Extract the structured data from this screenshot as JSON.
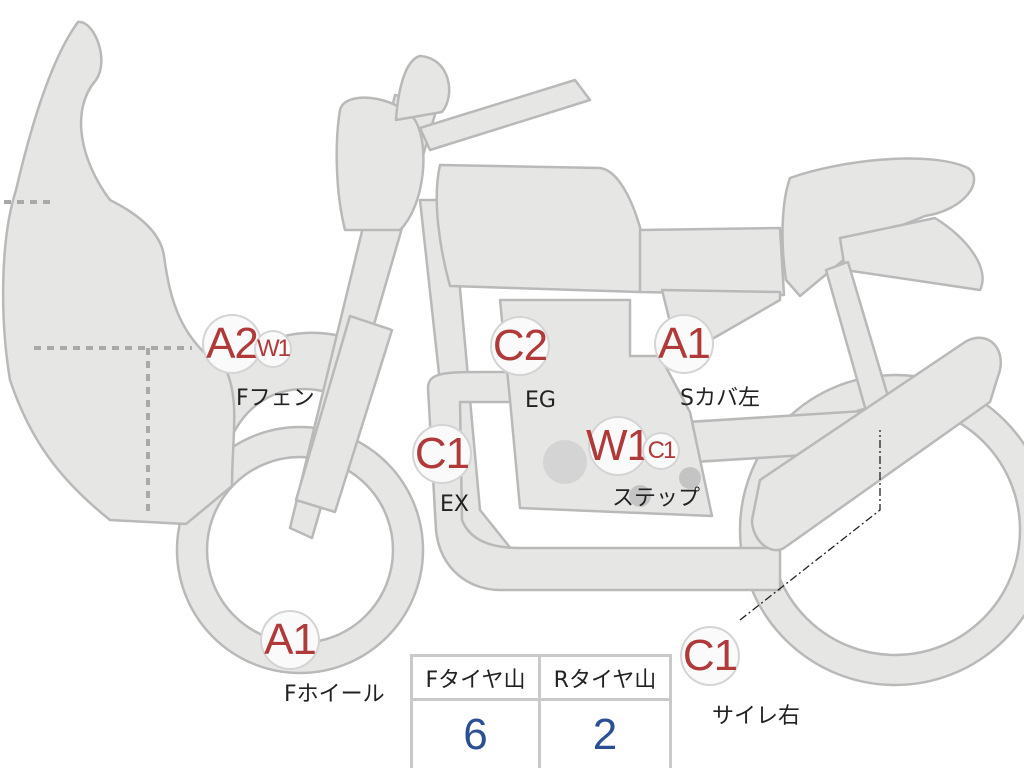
{
  "markers": {
    "fender_a2": "A2",
    "fender_w1": "W1",
    "fender_label": "Fフェン",
    "engine_c2": "C2",
    "engine_label": "EG",
    "sidecover_a1": "A1",
    "sidecover_label": "Sカバ左",
    "exhaust_c1": "C1",
    "exhaust_label": "EX",
    "step_w1": "W1",
    "step_c1": "C1",
    "step_label": "ステップ",
    "wheel_a1": "A1",
    "wheel_label": "Fホイール",
    "muffler_c1": "C1",
    "muffler_label": "サイレ右"
  },
  "tire_table": {
    "front_header": "Fタイヤ山",
    "rear_header": "Rタイヤ山",
    "front_value": "6",
    "rear_value": "2"
  },
  "colors": {
    "part_fill": "#e6e6e4",
    "part_outline": "#b9b9b9",
    "marker_text": "#b03a3a",
    "table_value_text": "#2c4e92"
  }
}
